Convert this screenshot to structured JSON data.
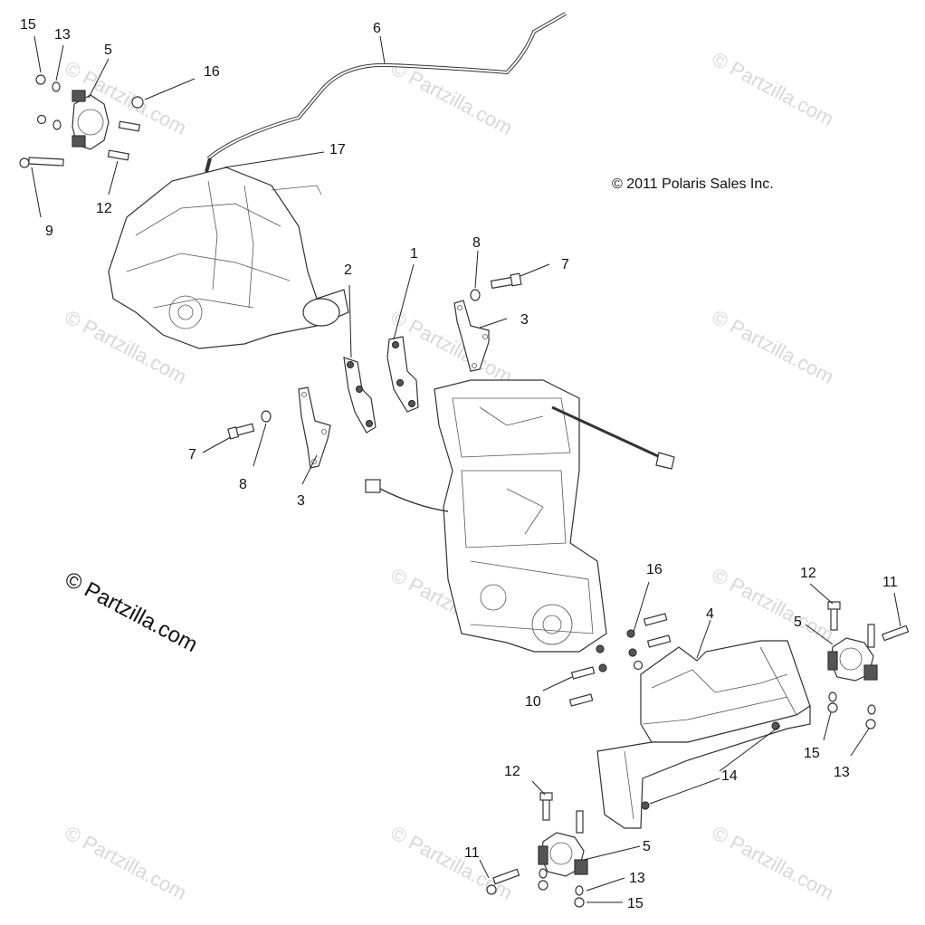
{
  "copyright": "© 2011 Polaris Sales Inc.",
  "watermark_large": "© Partzilla.com",
  "watermark_small": "© Partzilla.com",
  "callouts": {
    "c15_tl": "15",
    "c13_tl": "13",
    "c5_tl": "5",
    "c16_tl": "16",
    "c9": "9",
    "c12_tl": "12",
    "c6": "6",
    "c17": "17",
    "c1": "1",
    "c2": "2",
    "c8_top": "8",
    "c7_top": "7",
    "c3_top": "3",
    "c7_left": "7",
    "c8_left": "8",
    "c3_left": "3",
    "c16_mid": "16",
    "c4": "4",
    "c10": "10",
    "c12_r": "12",
    "c11_r": "11",
    "c5_r": "5",
    "c15_r": "15",
    "c13_r": "13",
    "c14": "14",
    "c12_b": "12",
    "c11_b": "11",
    "c5_b": "5",
    "c13_b": "13",
    "c15_b": "15"
  }
}
